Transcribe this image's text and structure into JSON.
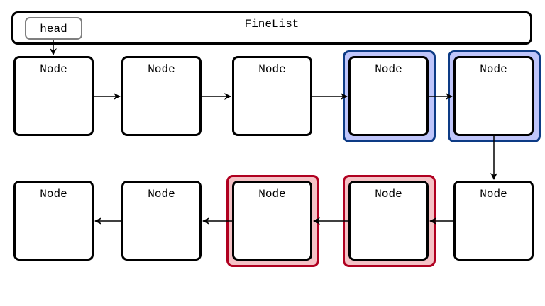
{
  "list": {
    "title": "FineList"
  },
  "head": {
    "label": "head"
  },
  "nodes": [
    {
      "label": "Node",
      "highlight": "none"
    },
    {
      "label": "Node",
      "highlight": "none"
    },
    {
      "label": "Node",
      "highlight": "none"
    },
    {
      "label": "Node",
      "highlight": "blue"
    },
    {
      "label": "Node",
      "highlight": "blue"
    },
    {
      "label": "Node",
      "highlight": "none"
    },
    {
      "label": "Node",
      "highlight": "red"
    },
    {
      "label": "Node",
      "highlight": "red"
    },
    {
      "label": "Node",
      "highlight": "none"
    },
    {
      "label": "Node",
      "highlight": "none"
    }
  ],
  "colors": {
    "blue_fill": "#bfc5fa",
    "blue_border": "#0d3b85",
    "red_fill": "#f5c2c6",
    "red_border": "#b00020"
  }
}
